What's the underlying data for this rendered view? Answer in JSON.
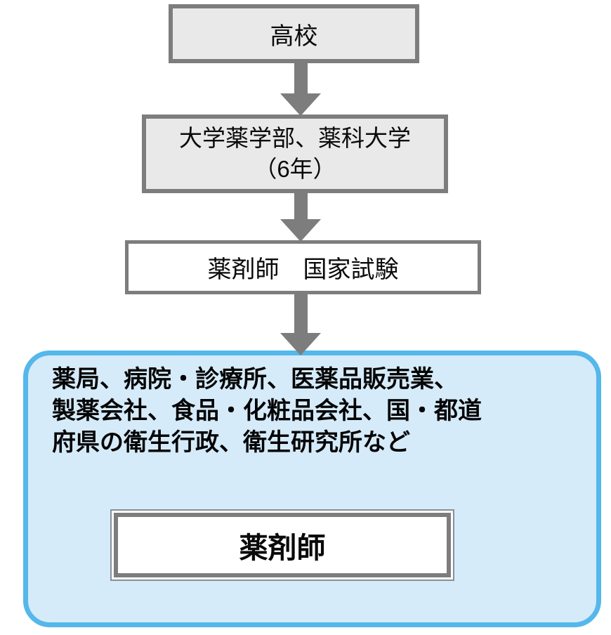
{
  "diagram": {
    "description": "pharmacist career path flowchart",
    "boxes": {
      "highschool": {
        "label": "高校"
      },
      "university": {
        "lines": [
          "大学薬学部、薬科大学",
          "（6年）"
        ]
      },
      "exam": {
        "label": "薬剤師　国家試験"
      },
      "workplaces": {
        "lines": [
          "薬局、病院・診療所、医薬品販売業、",
          "製薬会社、食品・化粧品会社、国・都道",
          "府県の衛生行政、衛生研究所など"
        ]
      },
      "pharmacist": {
        "label": "薬剤師"
      }
    },
    "colors": {
      "box_border_gray": "#7d7d7d",
      "box_fill_gray": "#e9e9e9",
      "exam_box_fill": "#ffffff",
      "arrow_gray": "#7d7d7d",
      "panel_border_blue": "#55b7ea",
      "panel_fill_blue": "#d6ebfa",
      "text": "#000000"
    }
  }
}
